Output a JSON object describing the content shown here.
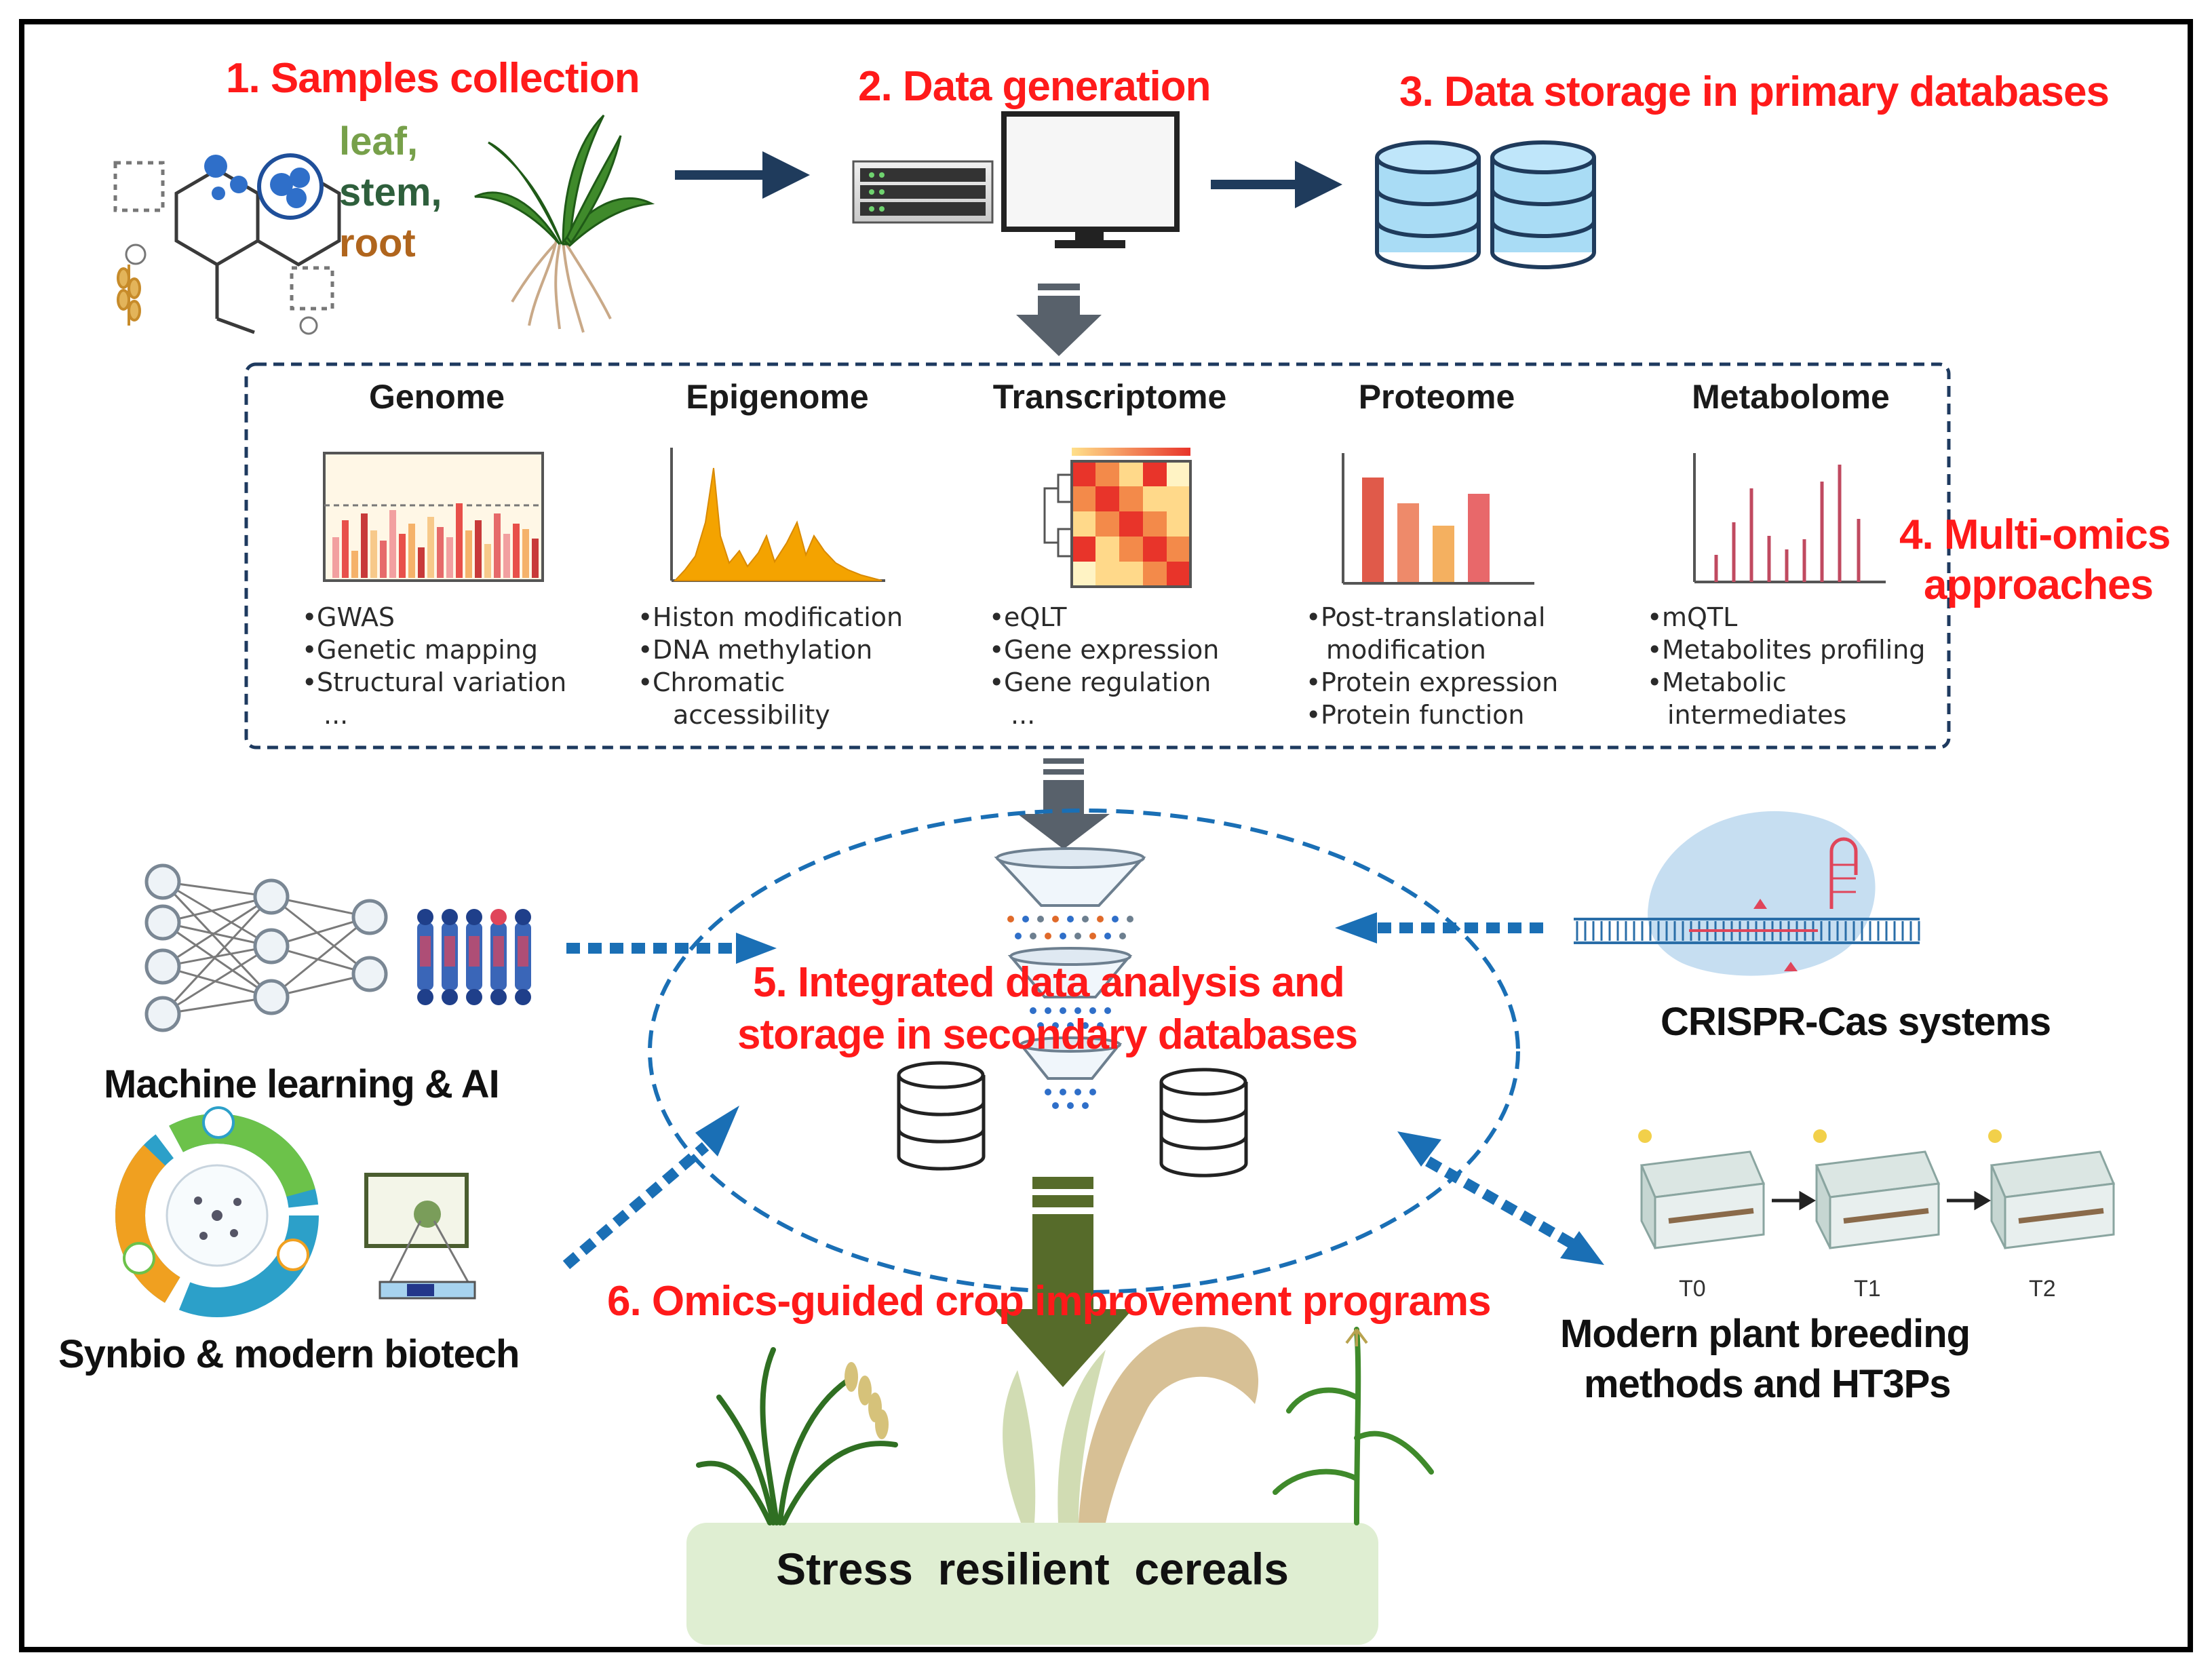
{
  "steps": {
    "s1": "1. Samples collection",
    "s2": "2. Data generation",
    "s3": "3. Data storage in primary databases",
    "s4_line1": "4. Multi-omics",
    "s4_line2": "approaches",
    "s5_line1": "5. Integrated data analysis and",
    "s5_line2": "storage in secondary databases",
    "s6": "6. Omics-guided crop improvement programs"
  },
  "samples": {
    "leaf": "leaf,",
    "stem": "stem,",
    "root": "root"
  },
  "omics": [
    {
      "title": "Genome",
      "items": [
        "GWAS",
        "Genetic mapping",
        "Structural variation"
      ],
      "more": "..."
    },
    {
      "title": "Epigenome",
      "items": [
        "Histon modification",
        "DNA methylation",
        "Chromatic",
        "accessibility"
      ]
    },
    {
      "title": "Transcriptome",
      "items": [
        "eQLT",
        "Gene expression",
        "Gene regulation"
      ],
      "more": "..."
    },
    {
      "title": "Proteome",
      "items": [
        "Post-translational",
        "modification",
        "Protein expression",
        "Protein function"
      ]
    },
    {
      "title": "Metabolome",
      "items": [
        "mQTL",
        "Metabolites profiling",
        "Metabolic",
        "intermediates"
      ]
    }
  ],
  "tools": {
    "ml": "Machine learning & AI",
    "synbio": "Synbio & modern biotech",
    "crispr": "CRISPR-Cas systems",
    "breeding_line1": "Modern plant breeding",
    "breeding_line2": "methods and HT3Ps"
  },
  "generations": [
    "T0",
    "T1",
    "T2"
  ],
  "outcome": "Stress  resilient  cereals",
  "colors": {
    "step_red": "#ff1a1a",
    "arrow_navy": "#1f3b5c",
    "dashed_blue": "#1a6fb5",
    "db_fill": "#a9dcf5",
    "leaf_green": "#77a04a",
    "stem_green": "#2e5f3c",
    "root_brown": "#b0651d",
    "outcome_bg": "#dbeccd"
  }
}
